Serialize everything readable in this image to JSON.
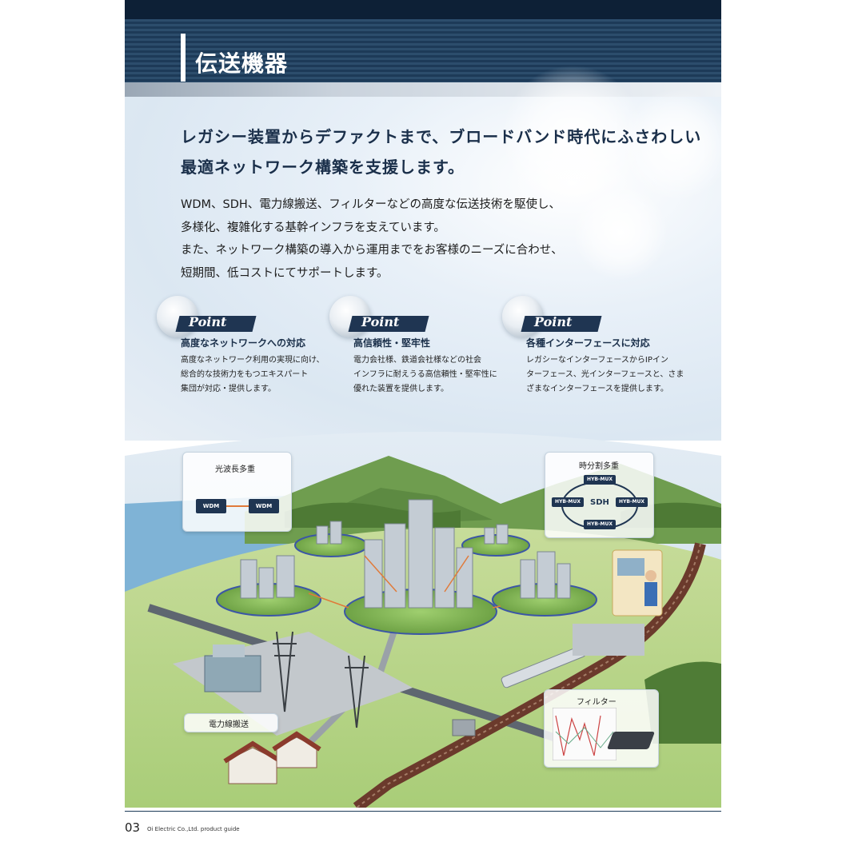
{
  "header": {
    "title": "伝送機器"
  },
  "headline": {
    "line1": "レガシー装置からデファクトまで、ブロードバンド時代にふさわしい",
    "line2": "最適ネットワーク構築を支援します。"
  },
  "intro": {
    "line1": "WDM、SDH、電力線搬送、フィルターなどの高度な伝送技術を駆使し、",
    "line2": "多様化、複雑化する基幹インフラを支えています。",
    "line3": "また、ネットワーク構築の導入から運用までをお客様のニーズに合わせ、",
    "line4": "短期間、低コストにてサポートします。"
  },
  "points": [
    {
      "badge": "Point",
      "title": "高度なネットワークへの対応",
      "desc1": "高度なネットワーク利用の実現に向け、",
      "desc2": "総合的な技術力をもつエキスパート",
      "desc3": "集団が対応・提供します。"
    },
    {
      "badge": "Point",
      "title": "高信頼性・堅牢性",
      "desc1": "電力会社様、鉄道会社様などの社会",
      "desc2": "インフラに耐えうる高信頼性・堅牢性に",
      "desc3": "優れた装置を提供します。"
    },
    {
      "badge": "Point",
      "title": "各種インターフェースに対応",
      "desc1": "レガシーなインターフェースからIPイン",
      "desc2": "ターフェース、光インターフェースと、さま",
      "desc3": "ざまなインターフェースを提供します。"
    }
  ],
  "illustration": {
    "wdm_label": "光波長多重",
    "wdm_device_a": "WDM",
    "wdm_device_b": "WDM",
    "sdh_label": "時分割多重",
    "sdh_center": "SDH",
    "mux_top": "HYB-MUX",
    "mux_left": "HYB-MUX",
    "mux_right": "HYB-MUX",
    "mux_bottom": "HYB-MUX",
    "plc_label": "電力線搬送",
    "filter_label": "フィルター"
  },
  "footer": {
    "page_number": "03",
    "company": "Oi Electric Co.,Ltd.  product guide"
  },
  "colors": {
    "navy": "#1f3552",
    "header_dark": "#0d2036",
    "grass": "#9cc46a",
    "rail": "#6b3a2c"
  }
}
